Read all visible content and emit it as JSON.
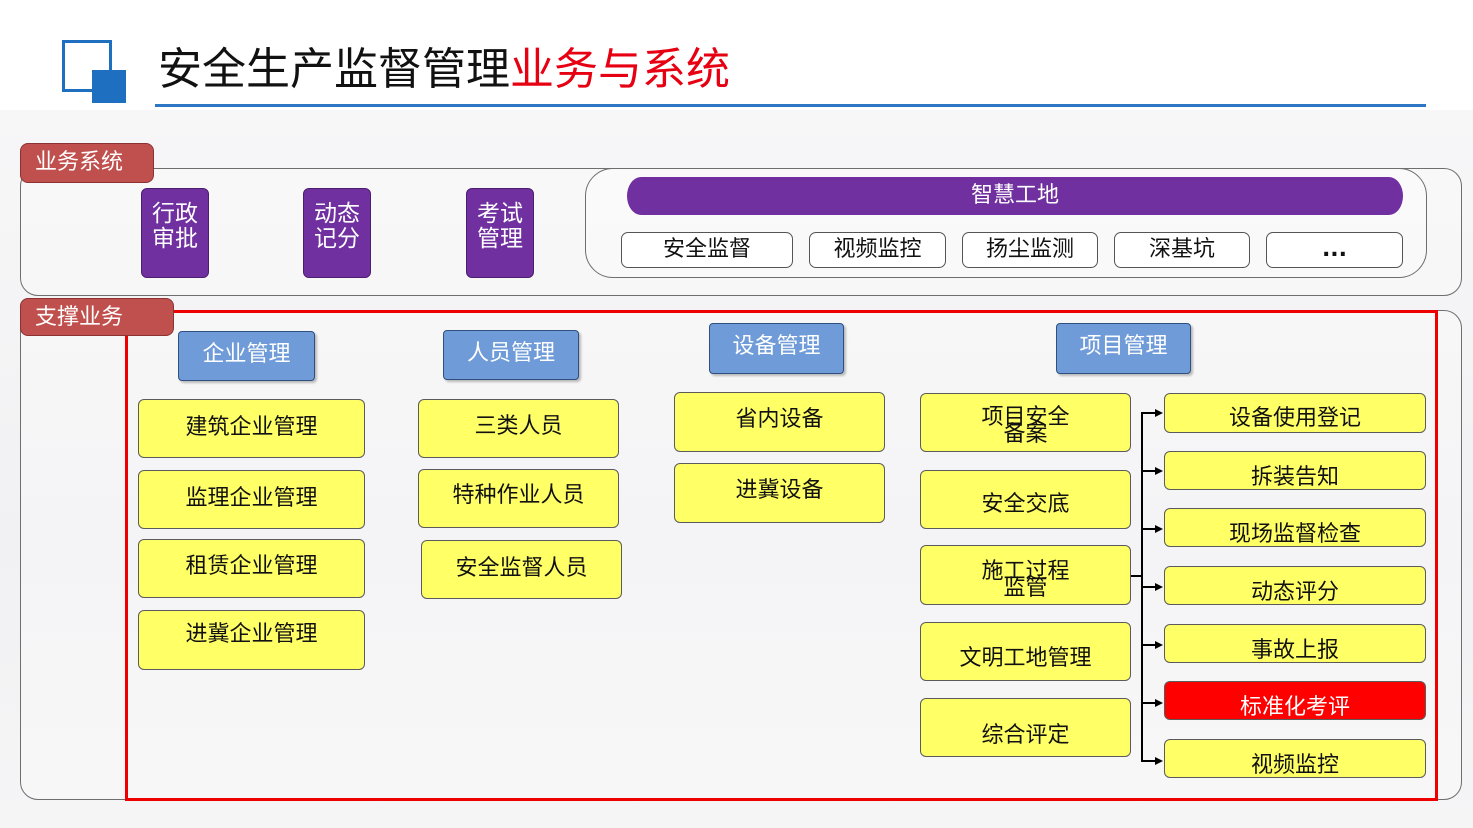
{
  "title": {
    "main": "安全生产监督管理",
    "highlight": "业务与系统"
  },
  "business": {
    "tag": "业务系统",
    "items": [
      {
        "line1": "行政",
        "line2": "审批"
      },
      {
        "line1": "动态",
        "line2": "记分"
      },
      {
        "line1": "考试",
        "line2": "管理"
      }
    ],
    "smart_site": {
      "label": "智慧工地",
      "subs": [
        "安全监督",
        "视频监控",
        "扬尘监测",
        "深基坑",
        "..."
      ]
    }
  },
  "support": {
    "tag": "支撑业务",
    "enterprise": {
      "header": "企业管理",
      "items": [
        "建筑企业管理",
        "监理企业管理",
        "租赁企业管理",
        "进冀企业管理"
      ]
    },
    "personnel": {
      "header": "人员管理",
      "items": [
        "三类人员",
        "特种作业人员",
        "安全监督人员"
      ]
    },
    "equipment": {
      "header": "设备管理",
      "items": [
        "省内设备",
        "进冀设备"
      ]
    },
    "project": {
      "header": "项目管理",
      "left_items": [
        {
          "line1": "项目安全",
          "line2": "备案"
        },
        {
          "line1": "安全交底",
          "line2": ""
        },
        {
          "line1": "施工过程",
          "line2": "监管"
        },
        {
          "line1": "文明工地管理",
          "line2": ""
        },
        {
          "line1": "综合评定",
          "line2": ""
        }
      ],
      "right_items": [
        "设备使用登记",
        "拆装告知",
        "现场监督检查",
        "动态评分",
        "事故上报",
        "标准化考评",
        "视频监控"
      ],
      "highlighted_item": "标准化考评"
    }
  },
  "colors": {
    "purple": "#7030a0",
    "yellow": "#ffff66",
    "blue_header": "#6f9bd8",
    "tag_red": "#c0504d",
    "highlight_red": "#ff0000",
    "title_red": "#e60012",
    "rule_blue": "#2c77c4"
  }
}
